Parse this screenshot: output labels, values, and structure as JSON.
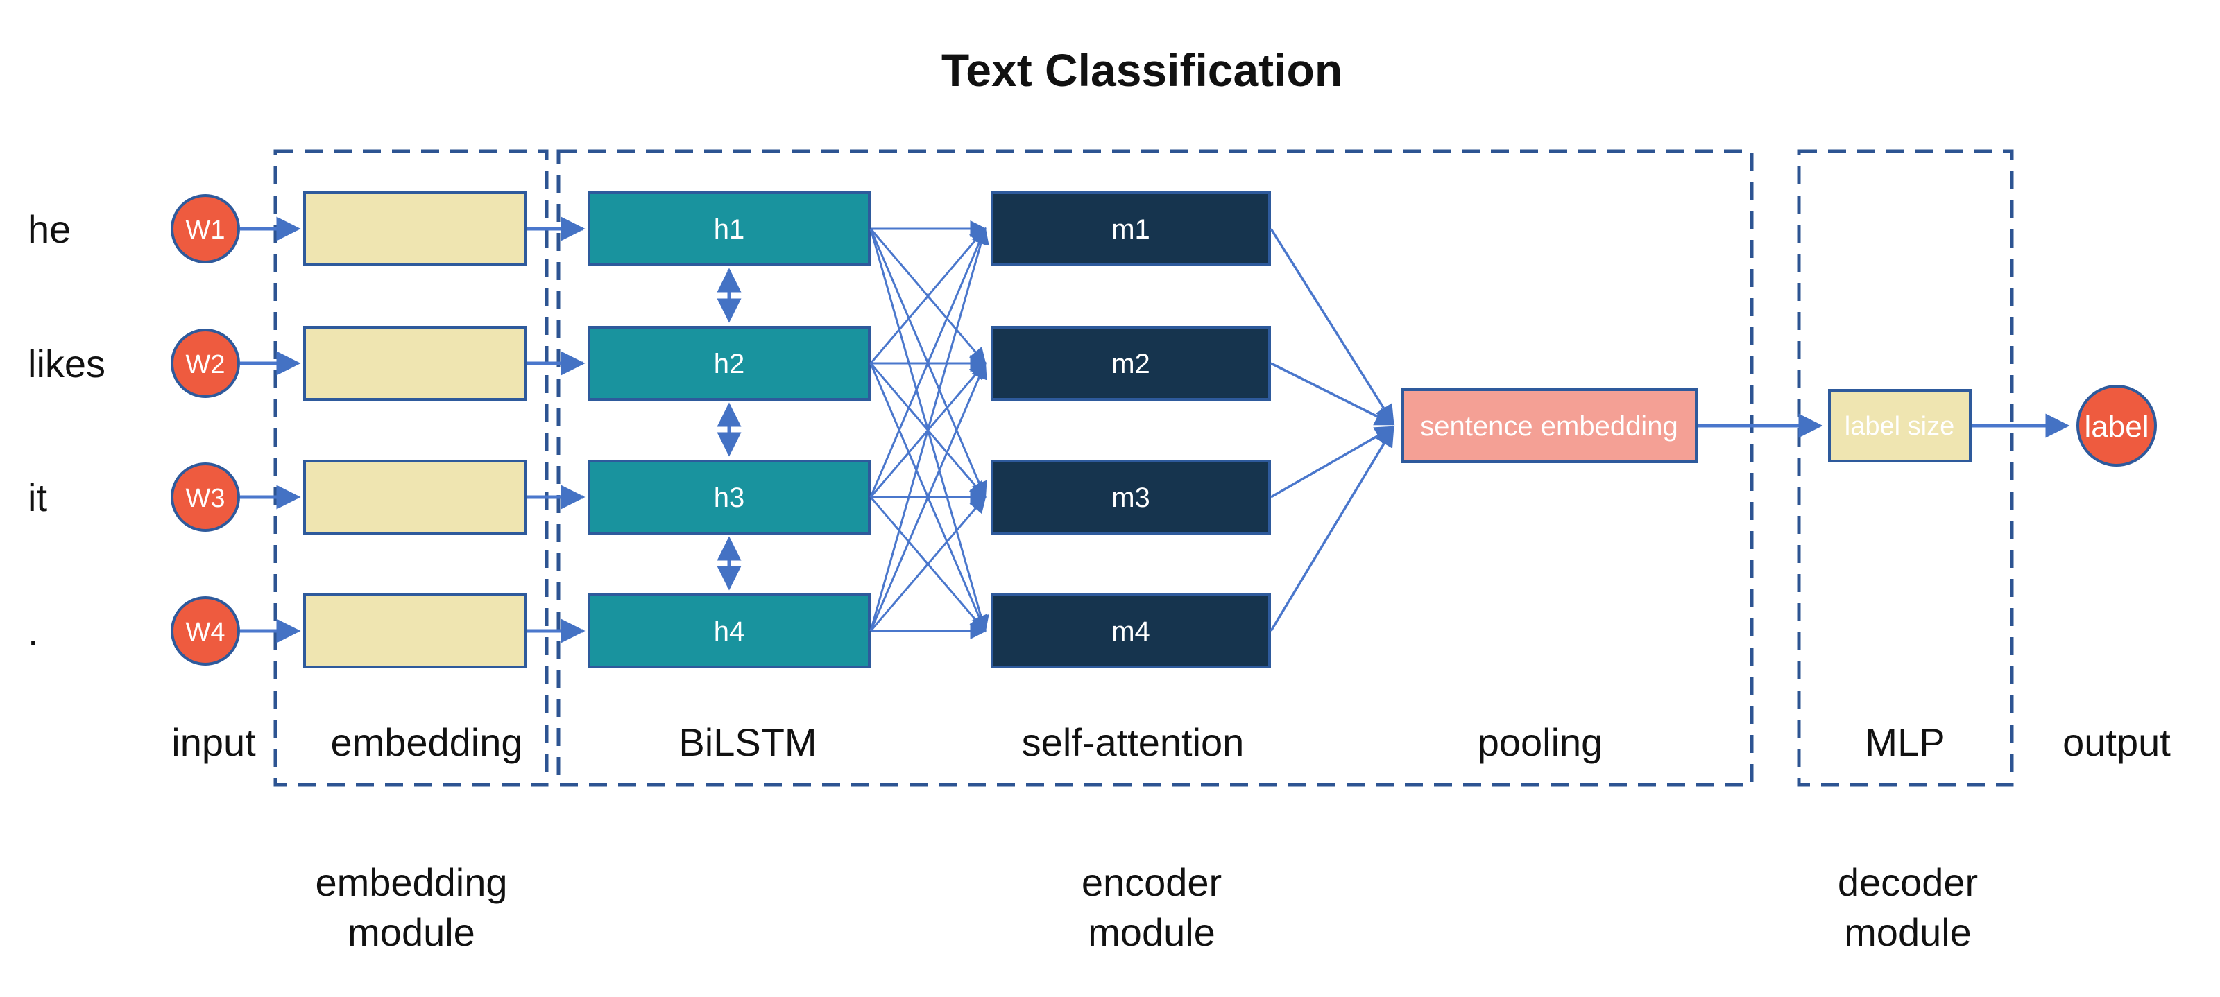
{
  "title": "Text Classification",
  "palette": {
    "embedding_fill": "#efe5b1",
    "bilstm_fill": "#19939e",
    "attention_fill": "#16344e",
    "pooling_fill": "#f4a095",
    "node_fill": "#ee5b3f",
    "box_border": "#2e5a9c",
    "module_border": "#2d5492",
    "arrow": "#4472c4",
    "text": "#111111",
    "cell_text": "#ffffff"
  },
  "inputs": {
    "words": [
      "he",
      "likes",
      "it",
      "."
    ],
    "nodes": [
      "W1",
      "W2",
      "W3",
      "W4"
    ]
  },
  "bilstm": {
    "cells": [
      "h1",
      "h2",
      "h3",
      "h4"
    ]
  },
  "self_attention": {
    "cells": [
      "m1",
      "m2",
      "m3",
      "m4"
    ]
  },
  "pooling": {
    "label": "sentence embedding"
  },
  "mlp": {
    "label": "label size"
  },
  "output": {
    "label": "label"
  },
  "columns": {
    "input": "input",
    "embedding": "embedding",
    "bilstm": "BiLSTM",
    "self_attention": "self-attention",
    "pooling": "pooling",
    "mlp": "MLP",
    "output": "output"
  },
  "modules": {
    "embedding": {
      "line1": "embedding",
      "line2": "module"
    },
    "encoder": {
      "line1": "encoder",
      "line2": "module"
    },
    "decoder": {
      "line1": "decoder",
      "line2": "module"
    }
  }
}
